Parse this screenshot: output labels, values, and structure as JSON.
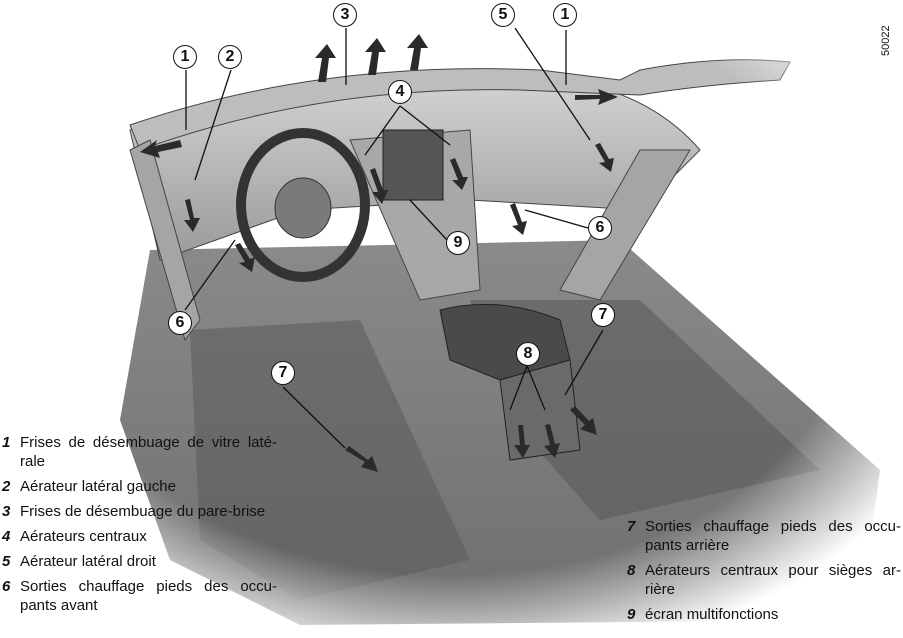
{
  "figure_reference": "50022",
  "callouts": [
    "1",
    "2",
    "3",
    "4",
    "5",
    "6",
    "7",
    "8",
    "9"
  ],
  "legend_left": [
    {
      "num": "1",
      "line1": "Frises de désembuage de vitre laté-",
      "line2": "rale"
    },
    {
      "num": "2",
      "line1": "Aérateur latéral gauche"
    },
    {
      "num": "3",
      "line1": "Frises de désembuage du pare-brise"
    },
    {
      "num": "4",
      "line1": "Aérateurs centraux"
    },
    {
      "num": "5",
      "line1": "Aérateur latéral droit"
    },
    {
      "num": "6",
      "line1": "Sorties chauffage pieds des occu-",
      "line2": "pants avant"
    }
  ],
  "legend_right": [
    {
      "num": "7",
      "line1": "Sorties chauffage pieds des occu-",
      "line2": "pants arrière"
    },
    {
      "num": "8",
      "line1": "Aérateurs centraux pour sièges ar-",
      "line2": "rière"
    },
    {
      "num": "9",
      "line1": "écran multifonctions"
    }
  ]
}
